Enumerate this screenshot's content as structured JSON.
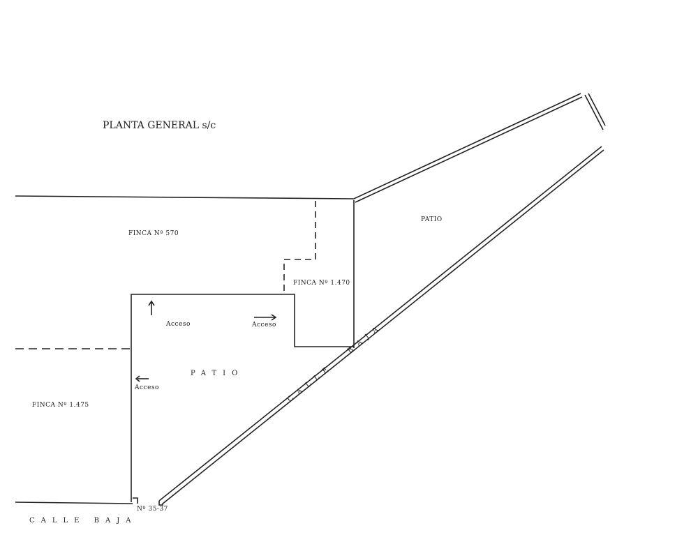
{
  "title": "PLANTA GENERAL  s/c",
  "labels": {
    "finca_570": "FINCA Nº 570",
    "finca_1470": "FINCA Nº 1.470",
    "finca_1475": "FINCA Nº 1.475",
    "patio_upper": "PATIO",
    "patio_main": "PATIO",
    "acceso_1": "Acceso",
    "acceso_2": "Acceso",
    "acceso_3": "Acceso",
    "numero": "Nº 35-37",
    "calle_bottom": "CALLE BAJA",
    "calle_diagonal": "CALLE BAJA"
  }
}
